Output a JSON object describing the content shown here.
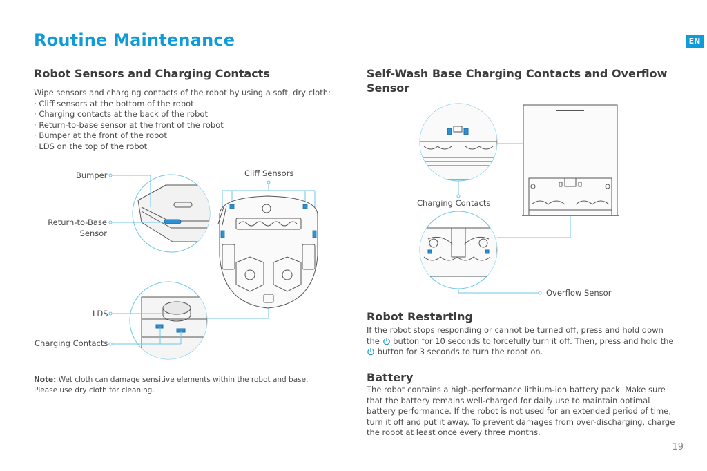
{
  "page_title": "Routine Maintenance",
  "language_badge": "EN",
  "left": {
    "heading": "Robot Sensors and Charging Contacts",
    "intro": "Wipe sensors and charging contacts of the robot by using a soft, dry cloth:",
    "items": [
      "Cliff sensors at the bottom of the robot",
      "Charging contacts at the back of the robot",
      "Return-to-base sensor at the front of the robot",
      "Bumper at the front of the robot",
      "LDS on the top of the robot"
    ],
    "labels": {
      "bumper": "Bumper",
      "cliff_sensors": "Cliff Sensors",
      "return_to_base_1": "Return-to-Base",
      "return_to_base_2": "Sensor",
      "lds": "LDS",
      "charging_contacts": "Charging Contacts"
    },
    "note_label": "Note:",
    "note_text_1": " Wet cloth can damage sensitive elements within the robot and base.",
    "note_text_2": "Please use dry cloth for cleaning."
  },
  "right": {
    "heading_1": "Self-Wash Base Charging Contacts and Overflow",
    "heading_2": "Sensor",
    "labels": {
      "charging_contacts": "Charging Contacts",
      "overflow_sensor": "Overflow Sensor"
    },
    "restart_heading": "Robot Restarting",
    "restart_1a": "If the robot stops responding or cannot be turned off, press and hold down",
    "restart_2a": "the ",
    "restart_2b": " button for 10 seconds to forcefully turn it off. Then, press and hold the",
    "restart_3b": " button for 3 seconds to turn the robot on.",
    "battery_heading": "Battery",
    "battery_lines": [
      "The robot contains a high-performance lithium-ion battery pack. Make sure",
      "that the battery remains well-charged for daily use to maintain optimal",
      "battery performance. If the robot is not used for an extended period of time,",
      "turn it off and put it away. To prevent damages from over-discharging, charge",
      "the robot at least once every three months."
    ]
  },
  "page_number": "19",
  "colors": {
    "accent": "#0f9bd7",
    "callout": "#6ec6ea",
    "line_art": "#555555"
  }
}
